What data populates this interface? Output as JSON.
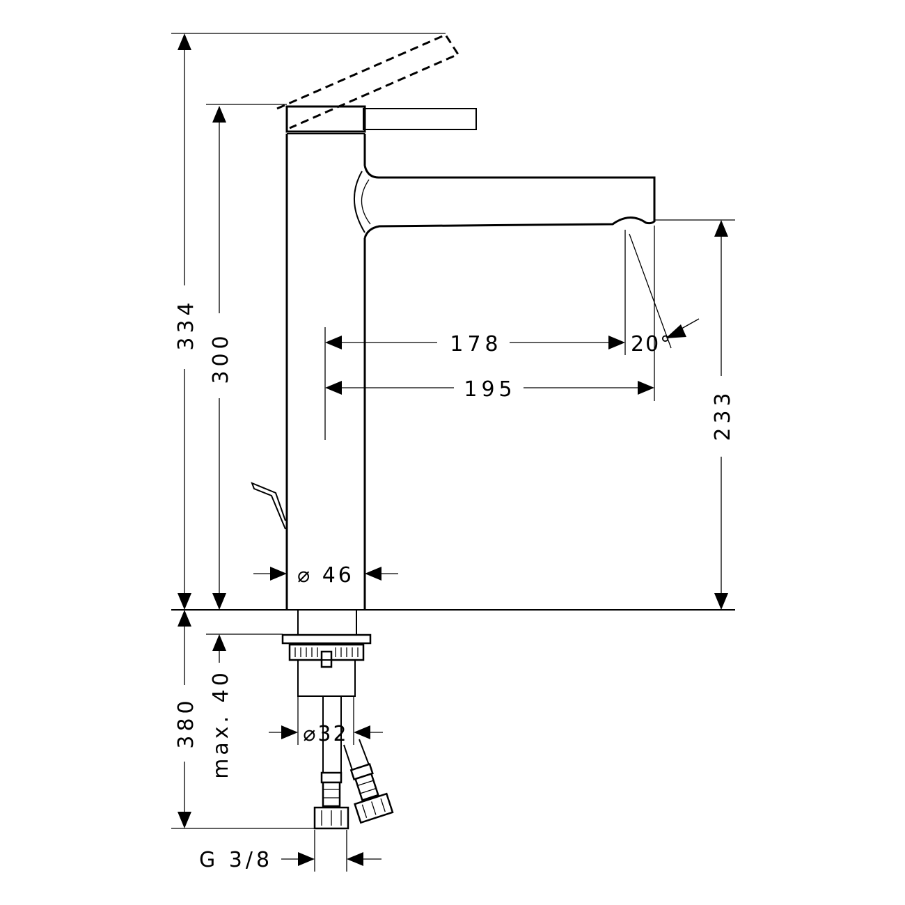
{
  "dimensions": {
    "total_height": "334",
    "body_height": "300",
    "spout_height": "233",
    "projection_inner": "178",
    "projection_outer": "195",
    "spout_angle": "20°",
    "body_diameter": "⌀ 46",
    "hose_length": "380",
    "max_counter_thickness": "max. 40",
    "mount_diameter": "⌀32",
    "thread_size": "G 3/8"
  },
  "colors": {
    "line": "#000000",
    "background": "#ffffff"
  }
}
